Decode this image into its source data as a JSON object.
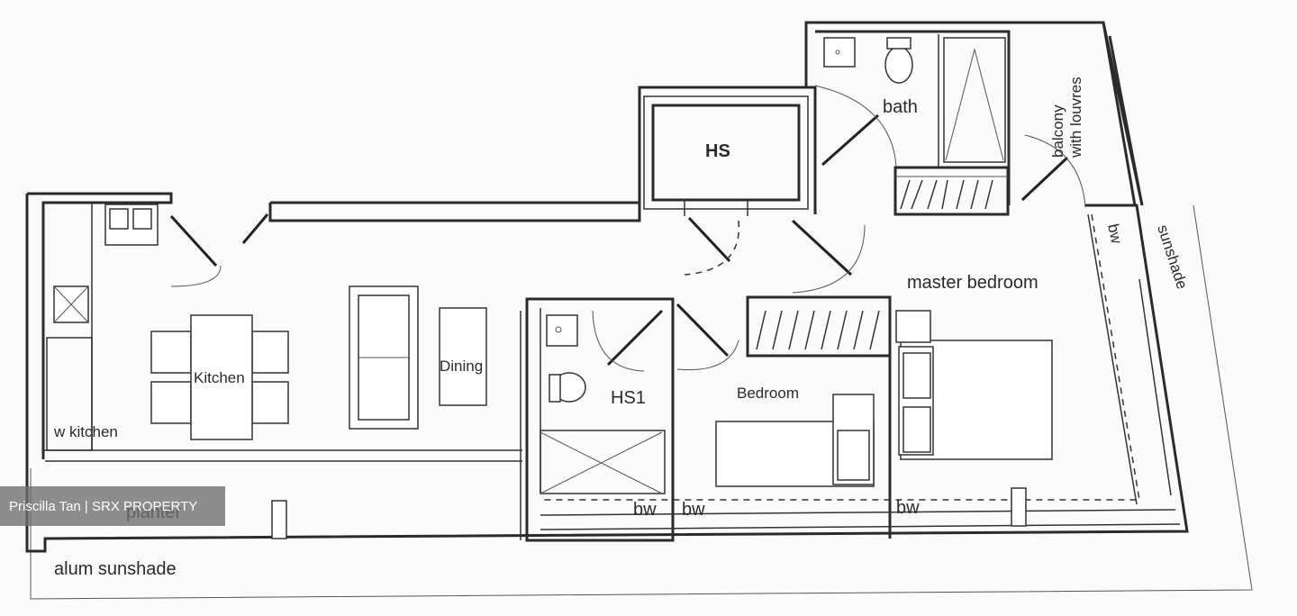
{
  "labels": {
    "hs": "HS",
    "bath": "bath",
    "balcony": "balcony\nwith louvres",
    "sunshade": "sunshade",
    "bw_right": "bw",
    "master_bedroom": "master bedroom",
    "kitchen_area": "Kitchen",
    "dining": "Dining",
    "hs1": "HS1",
    "bedroom2": "Bedroom",
    "wkitchen": "w kitchen",
    "planter": "planter",
    "bw1": "bw",
    "bw2": "bw",
    "bw3": "bw",
    "alum_sunshade": "alum sunshade"
  },
  "watermark": "Priscilla Tan | SRX PROPERTY"
}
